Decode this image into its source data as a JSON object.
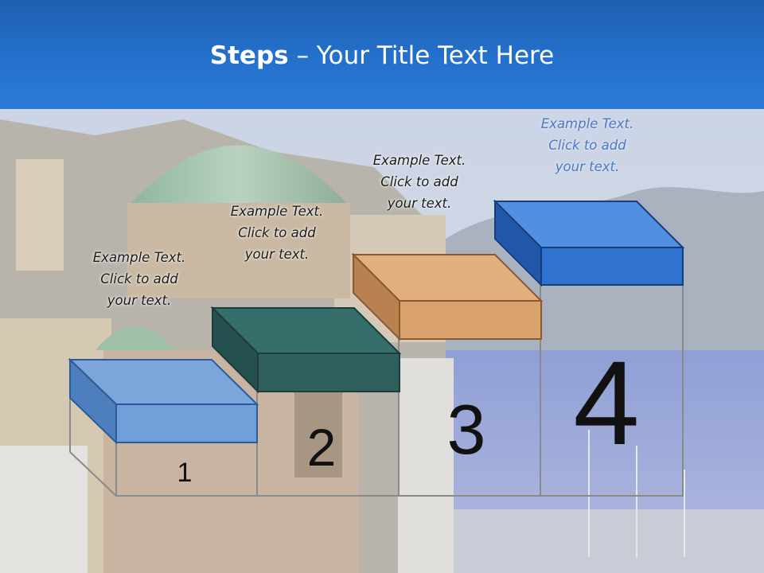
{
  "slide": {
    "title_bold": "Steps",
    "title_rest": " – Your Title Text Here"
  },
  "steps": [
    {
      "number": "1",
      "caption": [
        "Example Text.",
        "Click  to add",
        "your text."
      ],
      "color": "#6fa0d8"
    },
    {
      "number": "2",
      "caption": [
        "Example Text.",
        "Click  to add",
        "your text."
      ],
      "color": "#2f5e5c"
    },
    {
      "number": "3",
      "caption": [
        "Example Text.",
        "Click  to add",
        "your text."
      ],
      "color": "#d9a16c"
    },
    {
      "number": "4",
      "caption": [
        "Example Text.",
        "Click  to add",
        "your text."
      ],
      "color": "#2f72d0"
    }
  ],
  "colors": {
    "header": "#2471cc",
    "title_text": "#ffffff",
    "caption_highlight": "#4a79c7"
  }
}
